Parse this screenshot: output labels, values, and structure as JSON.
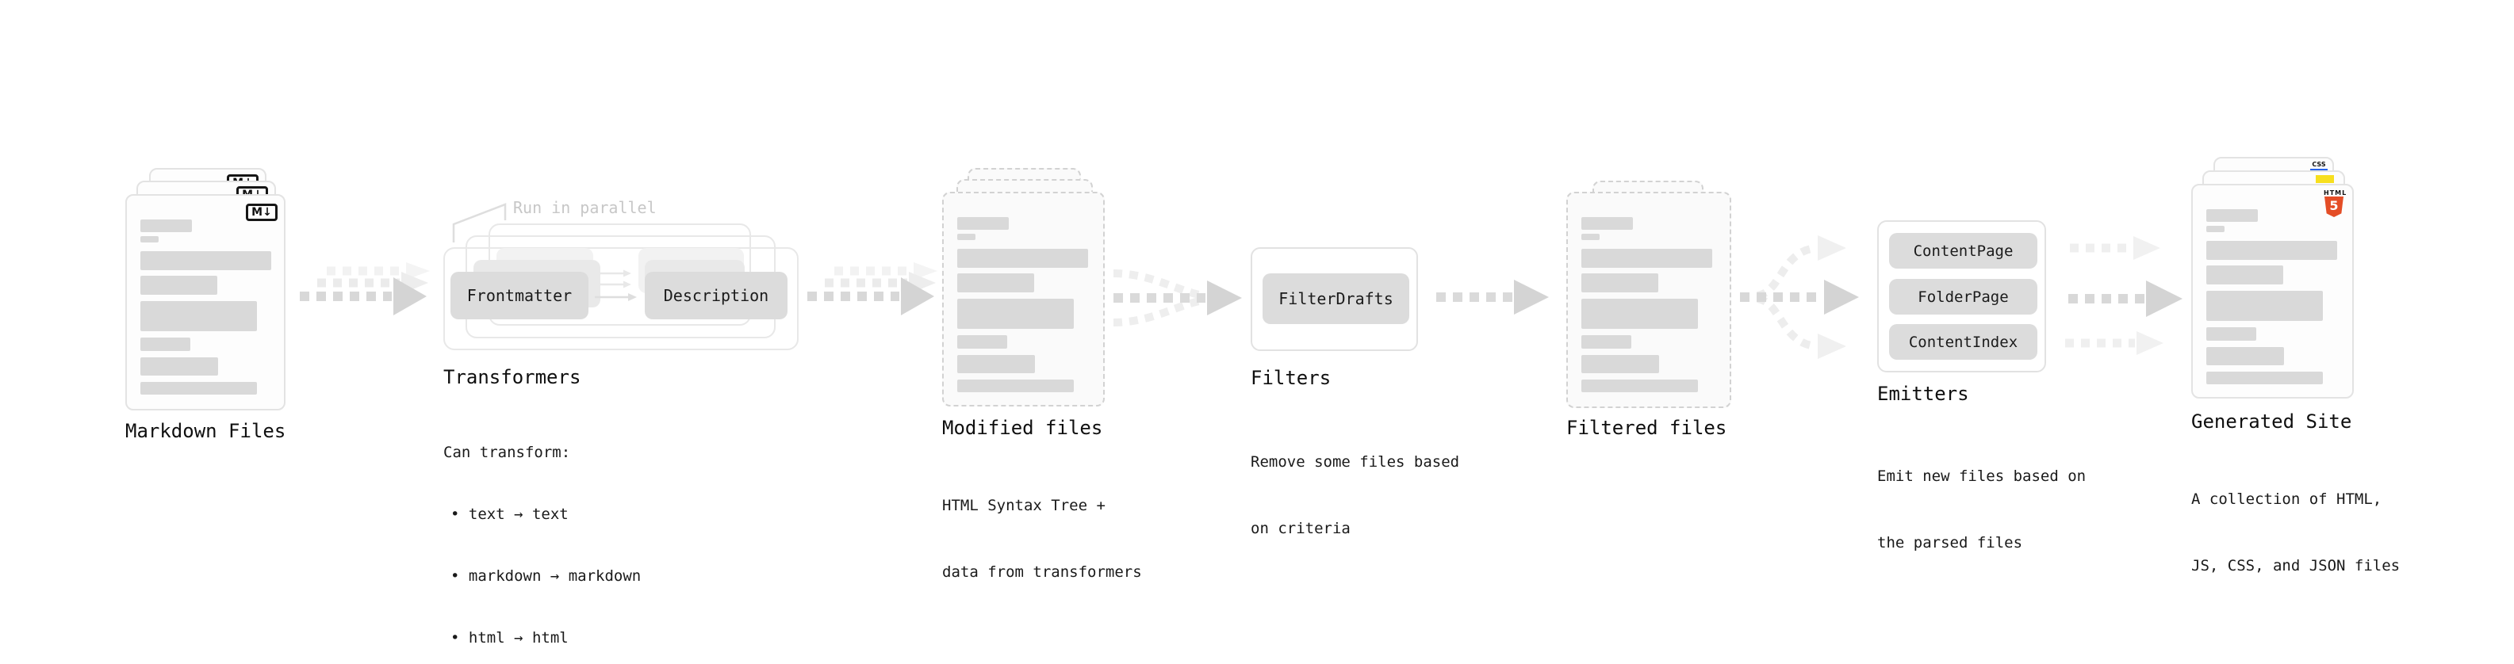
{
  "stages": {
    "markdown_files": {
      "title": "Markdown Files",
      "file_icon_label": "M↓"
    },
    "transformers": {
      "title": "Transformers",
      "note": "Run in parallel",
      "box_frontmatter": "Frontmatter",
      "box_description": "Description",
      "caption": "Can transform:",
      "bullets": [
        "• text → text",
        "• markdown → markdown",
        "• html → html"
      ]
    },
    "modified_files": {
      "title": "Modified files",
      "caption_line1": "HTML Syntax Tree +",
      "caption_line2": "data from transformers"
    },
    "filters": {
      "title": "Filters",
      "box_filterdrafts": "FilterDrafts",
      "caption_line1": "Remove some files based",
      "caption_line2": "on criteria"
    },
    "filtered_files": {
      "title": "Filtered files"
    },
    "emitters": {
      "title": "Emitters",
      "boxes": [
        "ContentPage",
        "FolderPage",
        "ContentIndex"
      ],
      "caption_line1": "Emit new files based on",
      "caption_line2": "the parsed files"
    },
    "generated_site": {
      "title": "Generated Site",
      "caption_line1": "A collection of HTML,",
      "caption_line2": "JS, CSS, and JSON files",
      "css_badge_label": "CSS",
      "html5_label": "HTML",
      "html5_number": "5"
    }
  },
  "colors": {
    "skeleton_bar": "#d9d9d9",
    "node_box": "#dcdcdc",
    "arrow_main": "#d4d4d4",
    "arrow_ghost": "#eeeeee",
    "note_gray": "#c7c7c7",
    "html5_orange": "#e44d26",
    "js_yellow": "#f7df1e",
    "css_blue": "#2663eb"
  }
}
